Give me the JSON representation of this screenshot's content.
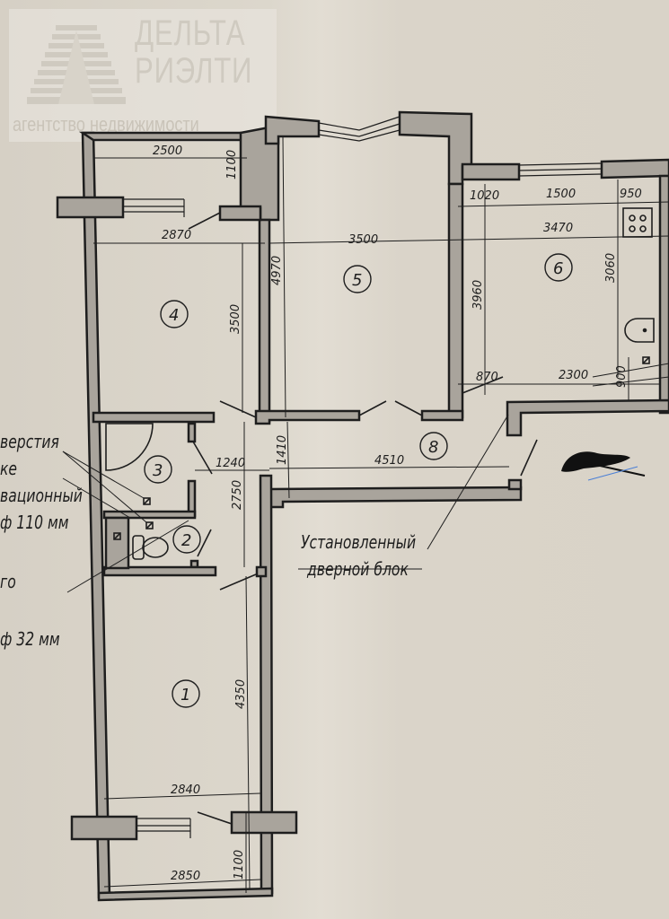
{
  "watermark": {
    "brand_line1": "ДЕЛЬТА",
    "brand_line2": "РИЭЛТИ",
    "tagline": "агентство недвижимости"
  },
  "notes": {
    "left_note_1": "верстия",
    "left_note_2": "ке",
    "left_note_3": "вационный",
    "left_note_4": "ф 110 мм",
    "left_note_5": "го",
    "left_note_6": "ф 32 мм",
    "door_note_line1": "Установленный",
    "door_note_line2": "дверной блок"
  },
  "rooms": [
    {
      "id": "1",
      "label": "1"
    },
    {
      "id": "2",
      "label": "2"
    },
    {
      "id": "3",
      "label": "3"
    },
    {
      "id": "4",
      "label": "4"
    },
    {
      "id": "5",
      "label": "5"
    },
    {
      "id": "6",
      "label": "6"
    },
    {
      "id": "8",
      "label": "8"
    }
  ],
  "dimensions": {
    "room4_top_width": "2500",
    "room4_balcony_depth": "1100",
    "room4_width": "2870",
    "room4_length": "3500",
    "room5_width": "3500",
    "room5_length": "4970",
    "room6_seg1": "1020",
    "room6_seg2": "1500",
    "room6_seg3": "950",
    "room6_width": "3470",
    "room6_length": "3960",
    "room6_kitchen_run": "3060",
    "room6_bottom_left": "870",
    "room6_bottom_right": "2300",
    "room6_niche": "900",
    "bath_door": "1240",
    "hall_width": "1410",
    "hall_length": "4510",
    "corridor_length": "2750",
    "room1_length": "4350",
    "room1_width": "2840",
    "room1_bottom_width": "2850",
    "room1_balcony_depth": "1100"
  },
  "colors": {
    "paper": "#d9d3c8",
    "wall_fill": "#a9a49c",
    "line": "#1e1e1e",
    "scribble": "#111111",
    "scribble_blue": "#4a7fd6"
  }
}
